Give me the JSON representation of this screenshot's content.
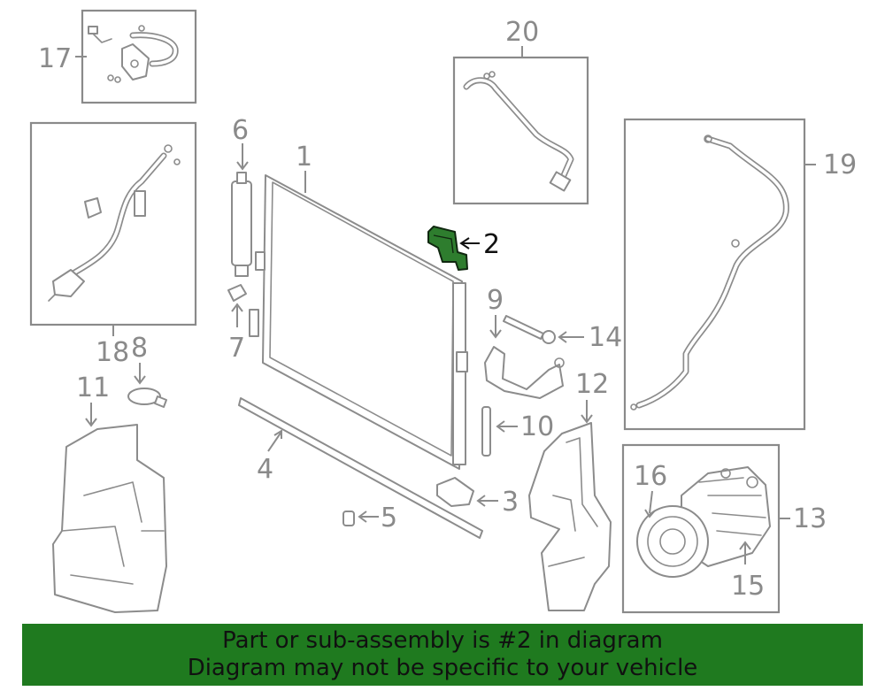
{
  "highlight_color": "#1f7a1f",
  "diagram": {
    "labels": {
      "p1": "1",
      "p2": "2",
      "p3": "3",
      "p4": "4",
      "p5": "5",
      "p6": "6",
      "p7": "7",
      "p8": "8",
      "p9": "9",
      "p10": "10",
      "p11": "11",
      "p12": "12",
      "p13": "13",
      "p14": "14",
      "p15": "15",
      "p16": "16",
      "p17": "17",
      "p18": "18",
      "p19": "19",
      "p20": "20"
    }
  },
  "banner": {
    "line1": "Part or sub-assembly is #2 in diagram",
    "line2": "Diagram may not be specific to your vehicle"
  }
}
